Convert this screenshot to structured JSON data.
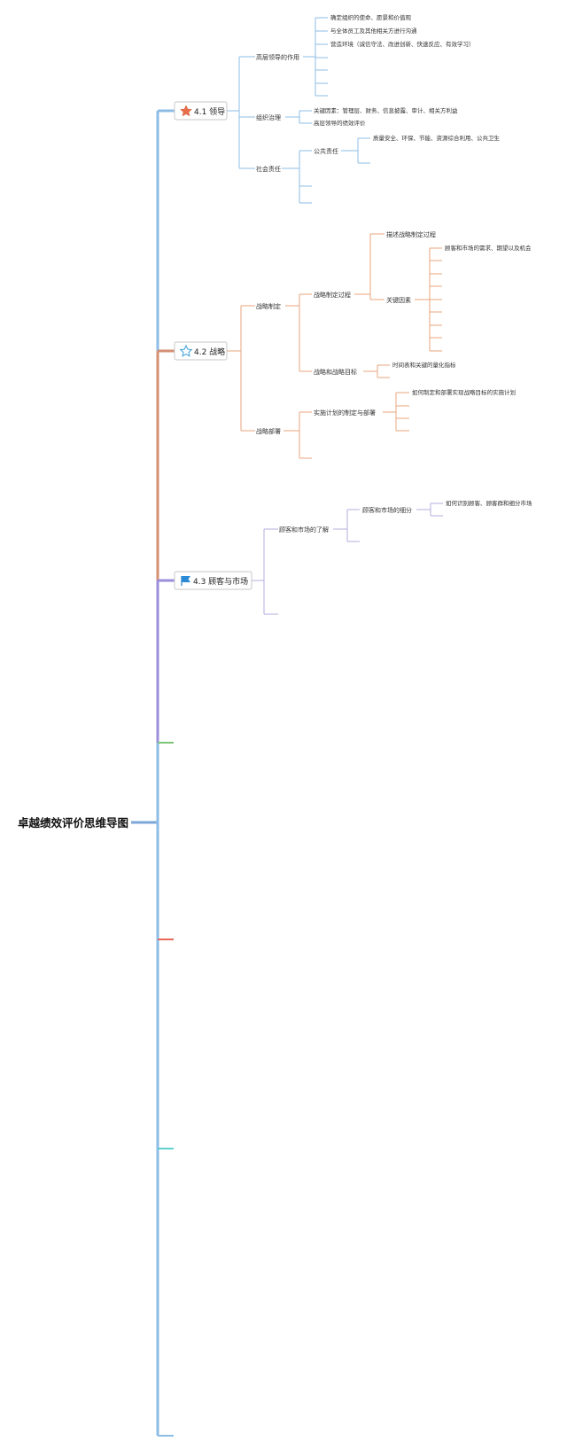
{
  "root": {
    "title": "卓越绩效评价思维导图"
  },
  "colors": {
    "blue": "#8dbde6",
    "orange": "#eaa57e",
    "purple": "#b6acde",
    "green": "#7cc576",
    "red": "#e8685a",
    "teal": "#5fcfcf",
    "trunk": "#7da7d9"
  },
  "branches": {
    "leadership": {
      "label": "4.1 领导",
      "icon": "star-filled-icon",
      "s1": "高层领导的作用",
      "s1_items": [
        "确定组织的使命、愿景和价值观",
        "与全体员工及其他相关方进行沟通",
        "营造环境（诚信守法、改进创新、快速反应、有效学习）"
      ],
      "s2": "组织治理",
      "s2_items": [
        "关键因素：管理层、财务、信息披露、审计、相关方利益",
        "高层领导的绩效评价"
      ],
      "s3": "社会责任",
      "s3_a": "公共责任",
      "s3_a_items": [
        "质量安全、环保、节能、资源综合利用、公共卫生"
      ]
    },
    "strategy": {
      "label": "4.2 战略",
      "icon": "star-outline-icon",
      "s1": "战略制定",
      "s1_a": "战略制定过程",
      "s1_a_1": "描述战略制定过程",
      "s1_a_2": "关键因素",
      "s1_a_2_items": [
        "顾客和市场的需求、期望以及机会"
      ],
      "s1_b": "战略和战略目标",
      "s1_b_items": [
        "时间表和关键的量化指标"
      ],
      "s2": "战略部署",
      "s2_a": "实施计划的制定与部署",
      "s2_a_items": [
        "如何制定和部署实现战略目标的实施计划"
      ]
    },
    "customer": {
      "label": "4.3 顾客与市场",
      "icon": "flag-icon",
      "s1": "顾客和市场的了解",
      "s1_a": "顾客和市场的细分",
      "s1_a_items": [
        "如何识别顾客、顾客群和细分市场"
      ]
    }
  }
}
